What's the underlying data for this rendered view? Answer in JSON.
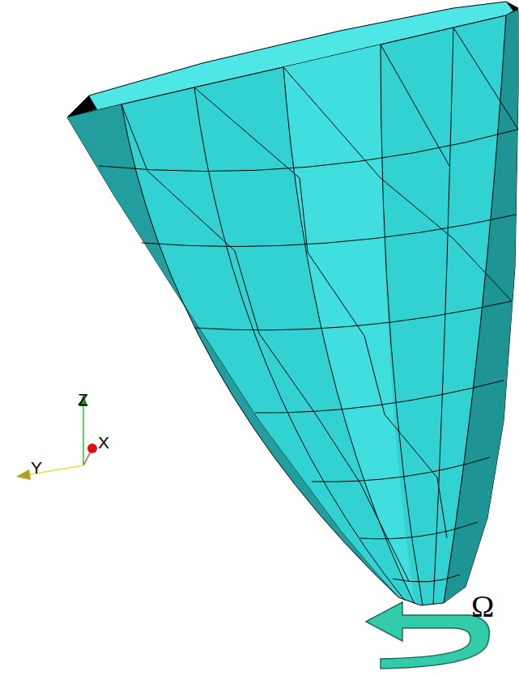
{
  "diagram": {
    "labels": [
      "Z",
      "X",
      "Y",
      "Ω"
    ]
  }
}
